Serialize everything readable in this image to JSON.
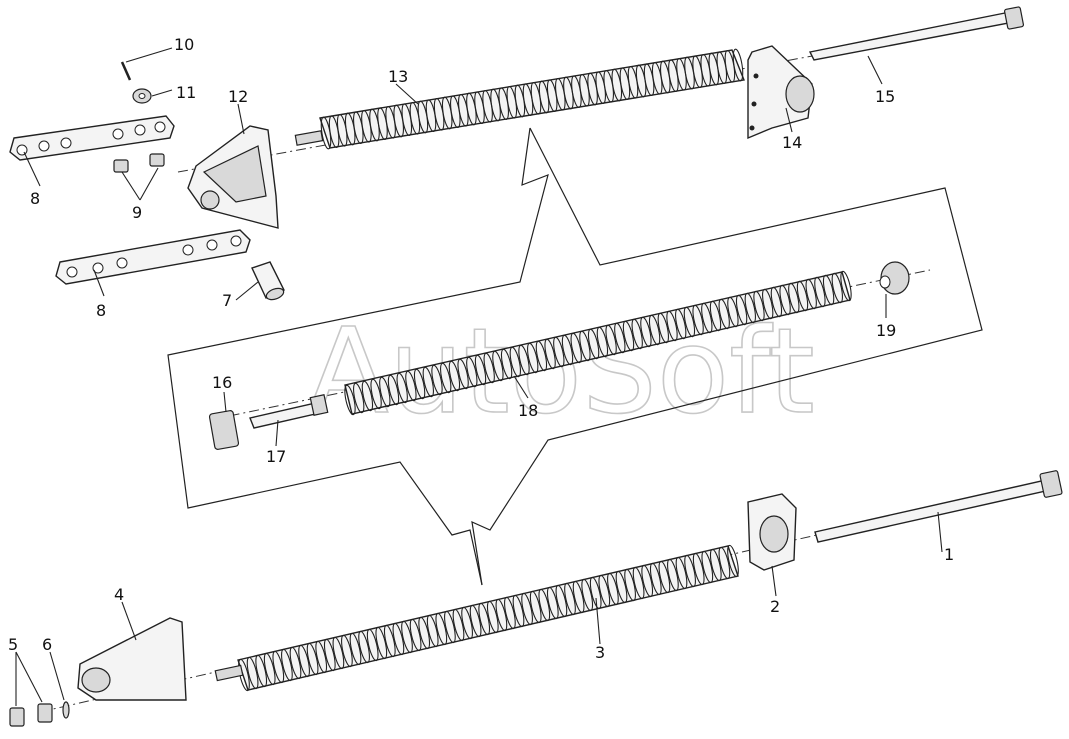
{
  "watermark": {
    "text": "AutoSoft",
    "color": "#c8c8c8"
  },
  "callouts": [
    "1",
    "2",
    "3",
    "4",
    "5",
    "6",
    "7",
    "8",
    "8",
    "9",
    "10",
    "11",
    "12",
    "13",
    "14",
    "15",
    "16",
    "17",
    "18",
    "19"
  ],
  "colors": {
    "line": "#222222",
    "fill": "#f4f4f4",
    "shade": "#d9d9d9"
  }
}
